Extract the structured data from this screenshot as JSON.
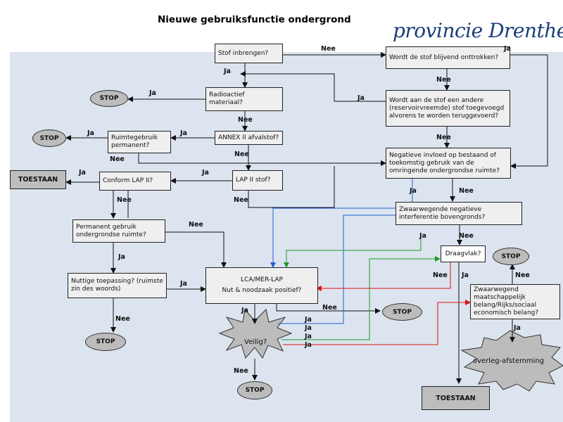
{
  "title": "Nieuwe gebruiksfunctie ondergrond",
  "logo": "provincie Drenthe",
  "boxes": {
    "stof_inbrengen": "Stof inbrengen?",
    "wordt_onttrokken": "Wordt de stof blijvend onttrokken?",
    "radioactief": "Radioactief materiaal?",
    "andere_stof": "Wordt aan de stof een andere (reservoirvreemde) stof toegevoegd alvorens te worden teruggevoerd?",
    "annex": "ANNEX II afvalstof?",
    "ruimtegebruik": "Ruimtegebruik permanent?",
    "negatieve_invloed": "Negatieve invloed op bestaand of toekomstig gebruik van de omringende ondergrondse ruimte?",
    "lap_stof": "LAP II stof?",
    "conform_lap": "Conform LAP II?",
    "toestaan_1": "TOESTAAN",
    "zwaarwegend_interferentie": "Zwaarwegende negatieve interferentie bovengronds?",
    "permanent_gebruik": "Permanent gebruik ondergrondse ruimte?",
    "draagvlak": "Draagvlak?",
    "lca_line1": "LCA/MER-LAP",
    "lca_line2": "Nut & noodzaak positief?",
    "nuttige_toepassing": "Nuttige toepassing? (ruimste zin des woords)",
    "zwaarwegend_belang": "Zwaarwegend maatschappelijk belang/Rijks/sociaal economisch belang?",
    "toestaan_2": "TOESTAAN",
    "veilig": "Veilig?",
    "overleg": "overleg-afstemming"
  },
  "stops": [
    "STOP",
    "STOP",
    "STOP",
    "STOP",
    "STOP",
    "STOP"
  ],
  "labels": {
    "ja": "Ja",
    "nee": "Nee"
  },
  "colors": {
    "background_panel": "#dce4ef",
    "box_fill": "#efefef",
    "stop_fill": "#bcbcbc",
    "toestaan_fill": "#bdbdbd",
    "blue_line": "#1f5fd6",
    "green_line": "#1a9a2a",
    "red_line": "#e01010",
    "logo_blue": "#1a3e7a"
  }
}
